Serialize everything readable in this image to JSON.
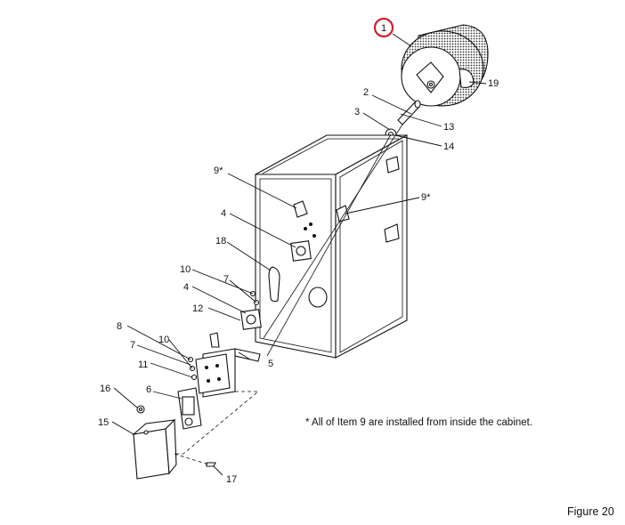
{
  "callouts": {
    "c1": "1",
    "c19": "19",
    "c2": "2",
    "c3": "3",
    "c13": "13",
    "c14": "14",
    "c9a": "9*",
    "c9b": "9*",
    "c4a": "4",
    "c18": "18",
    "c10a": "10",
    "c7a": "7",
    "c4b": "4",
    "c12": "12",
    "c8": "8",
    "c10b": "10",
    "c7b": "7",
    "c5": "5",
    "c11": "11",
    "c16": "16",
    "c6": "6",
    "c15": "15",
    "c17": "17"
  },
  "note": "* All of Item 9 are installed from inside the cabinet.",
  "figure_label": "Figure 20",
  "highlight_color": "#d0202a"
}
